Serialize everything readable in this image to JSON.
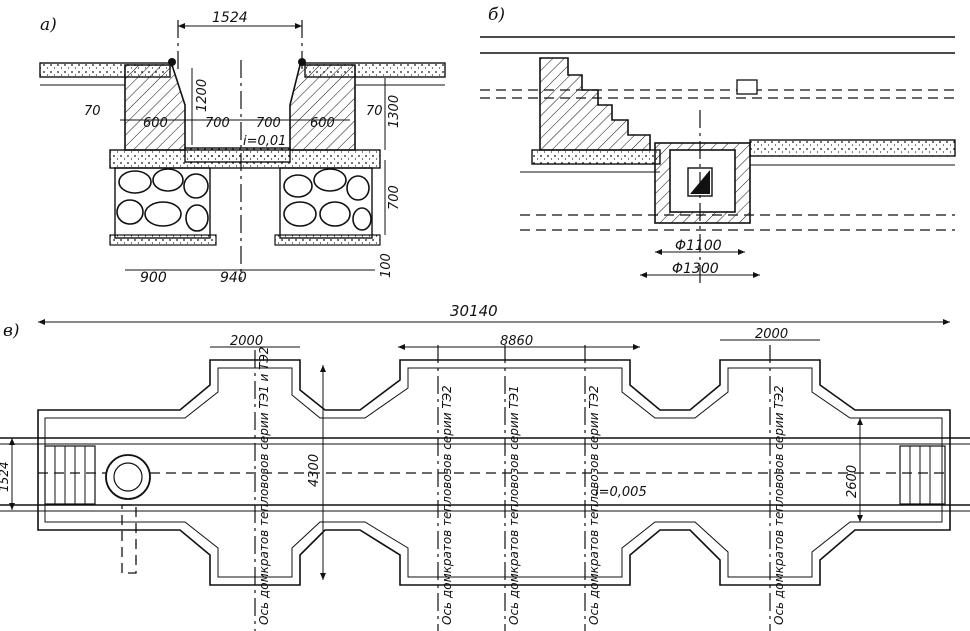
{
  "panels": {
    "a": {
      "label": "а)"
    },
    "b": {
      "label": "б)"
    },
    "c": {
      "label": "в)"
    }
  },
  "panel_a": {
    "dims": {
      "top_span": "1524",
      "h1200": "1200",
      "h1300": "1300",
      "w70_left": "70",
      "w70_right": "70",
      "w600_left": "600",
      "w600_right": "600",
      "w700_left": "700",
      "w700_right": "700",
      "slope": "i=0,01",
      "h700": "700",
      "h100": "100",
      "w900": "900",
      "w940": "940"
    }
  },
  "panel_b": {
    "dims": {
      "d1100": "Φ1100",
      "d1300": "Φ1300"
    }
  },
  "panel_c": {
    "dims": {
      "total": "30140",
      "w2000_left": "2000",
      "w2000_right": "2000",
      "w8860": "8860",
      "h4300": "4300",
      "h2600": "2600",
      "gauge": "1524",
      "slope": "i=0,005"
    },
    "axis_labels": [
      "Ось домкратов тепловозов серии ТЭ1 и ТЭ2",
      "Ось домкратов тепловозов серии ТЭ2",
      "Ось домкратов тепловозов серии ТЭ1",
      "Ось домкратов тепловозов серии ТЭ2",
      "Ось домкратов тепловозов серии ТЭ2"
    ]
  }
}
